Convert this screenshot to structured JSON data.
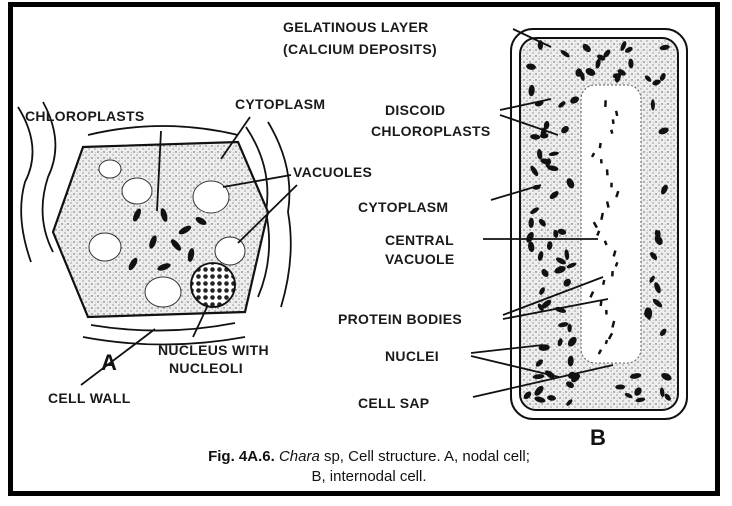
{
  "labels": {
    "chloroplasts": "CHLOROPLASTS",
    "cytoplasm_a": "CYTOPLASM",
    "vacuoles": "VACUOLES",
    "nucleus_line1": "NUCLEUS WITH",
    "nucleus_line2": "NUCLEOLI",
    "cell_wall": "CELL WALL",
    "letter_a": "A",
    "gelatinous_line1": "GELATINOUS LAYER",
    "gelatinous_line2": "(CALCIUM DEPOSITS)",
    "discoid_line1": "DISCOID",
    "discoid_line2": "CHLOROPLASTS",
    "cytoplasm_b": "CYTOPLASM",
    "central_line1": "CENTRAL",
    "central_line2": "VACUOLE",
    "protein_bodies": "PROTEIN BODIES",
    "nuclei": "NUCLEI",
    "cell_sap": "CELL SAP",
    "letter_b": "B"
  },
  "caption": {
    "fig_number": "Fig. 4A.6.",
    "genus": "Chara",
    "line1_rest": " sp, Cell structure. A, nodal cell;",
    "line2": "B, internodal cell."
  }
}
